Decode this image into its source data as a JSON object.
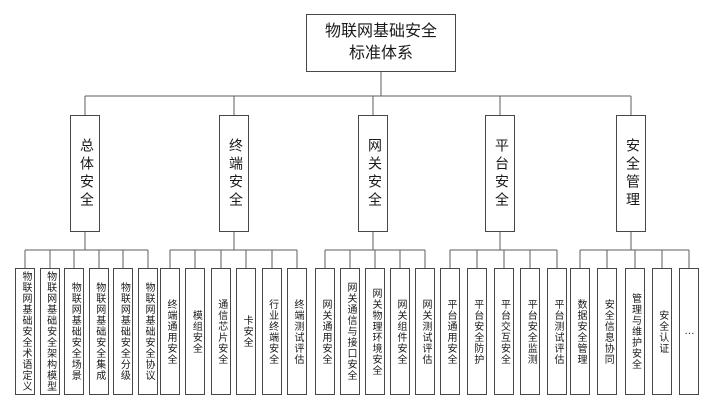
{
  "colors": {
    "background": "#ffffff",
    "box_border": "#474747",
    "connector": "#5e5e5e",
    "text": "#1a1a1a"
  },
  "tree": {
    "root": {
      "title": "物联网基础安全标准体系",
      "title_lines": [
        "物联网基础安全",
        "标准体系"
      ]
    },
    "branches": [
      {
        "label": "总体安全",
        "children": [
          "物联网基础安全术语定义",
          "物联网基础安全架构模型",
          "物联网基础安全场景",
          "物联网基础安全集成",
          "物联网基础安全分级",
          "物联网基础安全协议"
        ]
      },
      {
        "label": "终端安全",
        "children": [
          "终端通用安全",
          "模组安全",
          "通信芯片安全",
          "卡安全",
          "行业终端安全",
          "终端测试评估"
        ]
      },
      {
        "label": "网关安全",
        "children": [
          "网关通用安全",
          "网关通信与接口安全",
          "网关物理环境安全",
          "网关组件安全",
          "网关测试评估"
        ]
      },
      {
        "label": "平台安全",
        "children": [
          "平台通用安全",
          "平台安全防护",
          "平台交互安全",
          "平台安全监测",
          "平台测试评估"
        ]
      },
      {
        "label": "安全管理",
        "children": [
          "数据安全管理",
          "安全信息协同",
          "管理与维护安全",
          "安全认证",
          "…"
        ]
      }
    ]
  }
}
